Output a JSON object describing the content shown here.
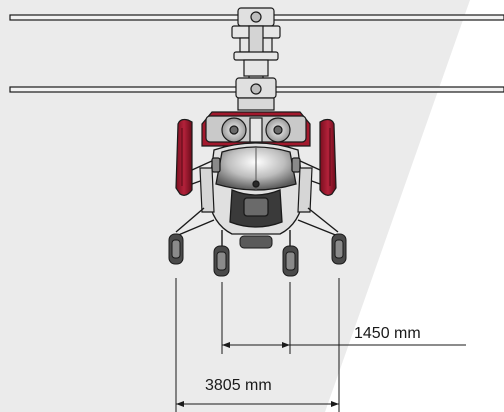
{
  "figure": {
    "dimensions": [
      {
        "id": "main-gear-track",
        "label": "1450 mm"
      },
      {
        "id": "outrigger-track",
        "label": "3805 mm"
      }
    ]
  },
  "colors": {
    "background_panel": "#ebebeb",
    "float_red": "#a3192d",
    "float_dark": "#7a0f1f",
    "fuselage_light": "#e8e8e8",
    "fuselage_dark": "#3a3a3a",
    "outline": "#1a1a1a"
  }
}
